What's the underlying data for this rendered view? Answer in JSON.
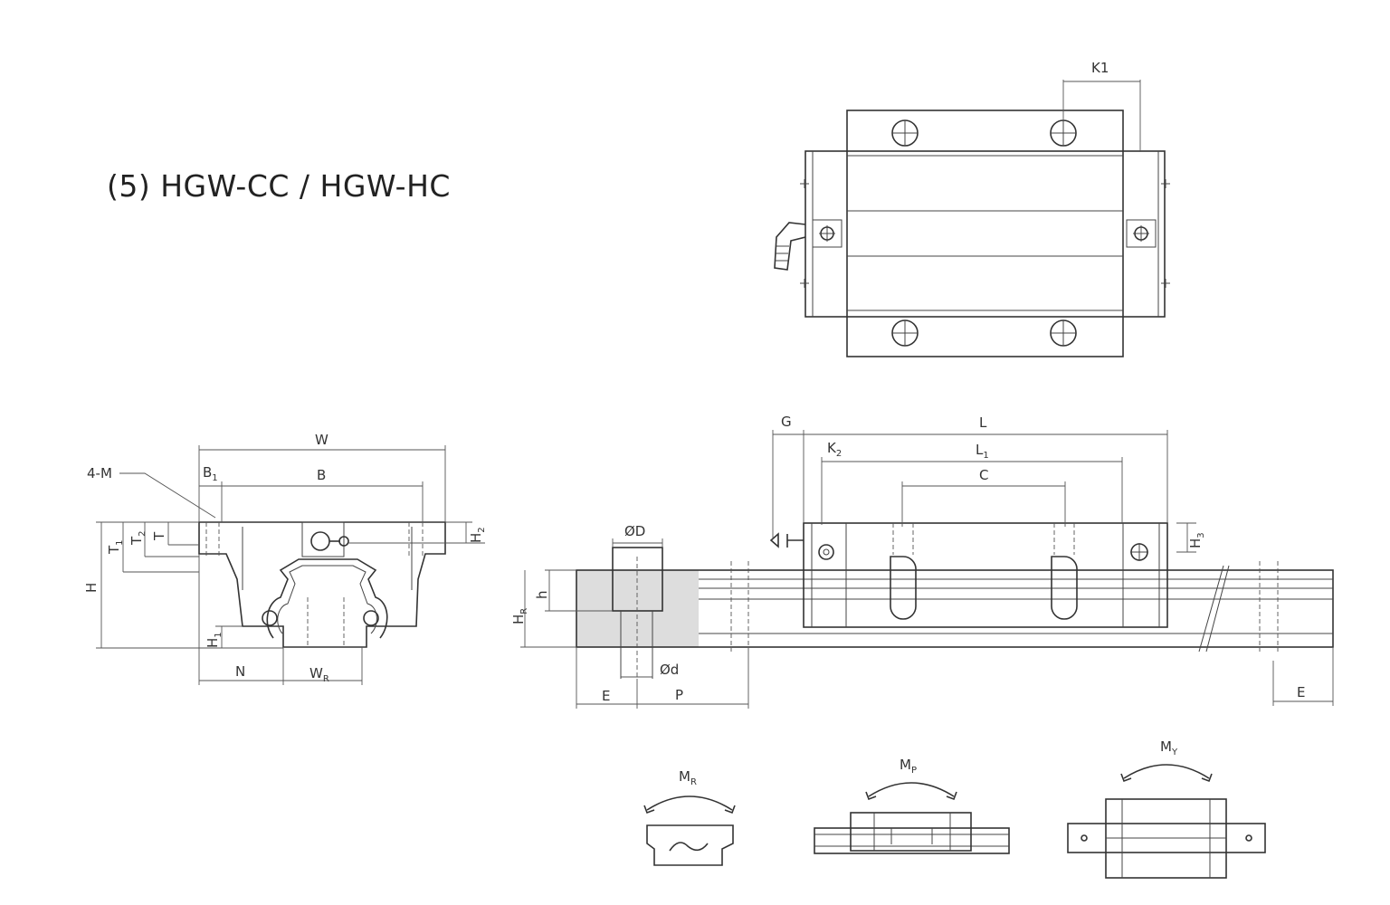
{
  "title": "(5) HGW-CC / HGW-HC",
  "labels": {
    "K1": "K1",
    "W": "W",
    "M4": "4-M",
    "B1": {
      "main": "B",
      "sub": "1"
    },
    "B": "B",
    "T1": {
      "main": "T",
      "sub": "1"
    },
    "T2": {
      "main": "T",
      "sub": "2"
    },
    "T": "T",
    "H2": {
      "main": "H",
      "sub": "2"
    },
    "H": "H",
    "H1": {
      "main": "H",
      "sub": "1"
    },
    "N": "N",
    "WR": {
      "main": "W",
      "sub": "R"
    },
    "G": "G",
    "L": "L",
    "K2": {
      "main": "K",
      "sub": "2"
    },
    "L1": {
      "main": "L",
      "sub": "1"
    },
    "C": "C",
    "OD": "ØD",
    "h": "h",
    "HR": {
      "main": "H",
      "sub": "R"
    },
    "Od": "Ød",
    "E_left": "E",
    "P": "P",
    "H3": {
      "main": "H",
      "sub": "3"
    },
    "E_right": "E",
    "MR": {
      "main": "M",
      "sub": "R"
    },
    "MP": {
      "main": "M",
      "sub": "P"
    },
    "MY": {
      "main": "M",
      "sub": "Y"
    }
  }
}
